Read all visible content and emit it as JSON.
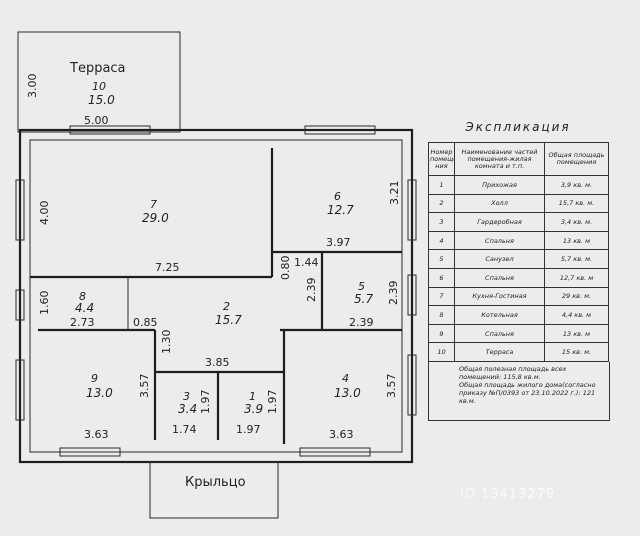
{
  "plan": {
    "terrace_label": "Терраса",
    "porch_label": "Крыльцо",
    "rooms": [
      {
        "num": "10",
        "area": "15.0"
      },
      {
        "num": "7",
        "area": "29.0"
      },
      {
        "num": "6",
        "area": "12.7"
      },
      {
        "num": "8",
        "area": "4.4"
      },
      {
        "num": "2",
        "area": "15.7"
      },
      {
        "num": "5",
        "area": "5.7"
      },
      {
        "num": "9",
        "area": "13.0"
      },
      {
        "num": "3",
        "area": "3.4"
      },
      {
        "num": "1",
        "area": "3.9"
      },
      {
        "num": "4",
        "area": "13.0"
      }
    ],
    "dimensions": [
      "3.00",
      "5.00",
      "4.00",
      "3.21",
      "3.97",
      "7.25",
      "0.80",
      "1.44",
      "2.39",
      "2.39",
      "1.60",
      "2.73",
      "0.85",
      "1.30",
      "2.39",
      "3.57",
      "3.85",
      "3.57",
      "1.97",
      "1.97",
      "3.63",
      "1.74",
      "1.97",
      "3.63"
    ]
  },
  "explication": {
    "title": "Экспликация",
    "headers": [
      "Номер помеще-ния",
      "Наименование частей помещения-жилая комната и т.п.",
      "Общая площадь помещения"
    ],
    "rows": [
      [
        "1",
        "Прихожая",
        "3,9 кв. м."
      ],
      [
        "2",
        "Холл",
        "15,7 кв. м."
      ],
      [
        "3",
        "Гардеробная",
        "3,4 кв. м."
      ],
      [
        "4",
        "Спальня",
        "13 кв. м"
      ],
      [
        "5",
        "Санузел",
        "5,7 кв. м."
      ],
      [
        "6",
        "Спальня",
        "12,7 кв. м"
      ],
      [
        "7",
        "Кухня-Гостиная",
        "29 кв. м."
      ],
      [
        "8",
        "Котельная",
        "4,4 кв. м"
      ],
      [
        "9",
        "Спальня",
        "13 кв. м"
      ],
      [
        "10",
        "Терраса",
        "15 кв. м."
      ]
    ],
    "note1": "Общая полезная площадь всех помещений: 115,8 кв.м.",
    "note2": "Общая площадь жилого дома(согласно приказу №П/0393 от 23.10.2022 г.): 121 кв.м."
  },
  "watermark": "ID 13413279"
}
